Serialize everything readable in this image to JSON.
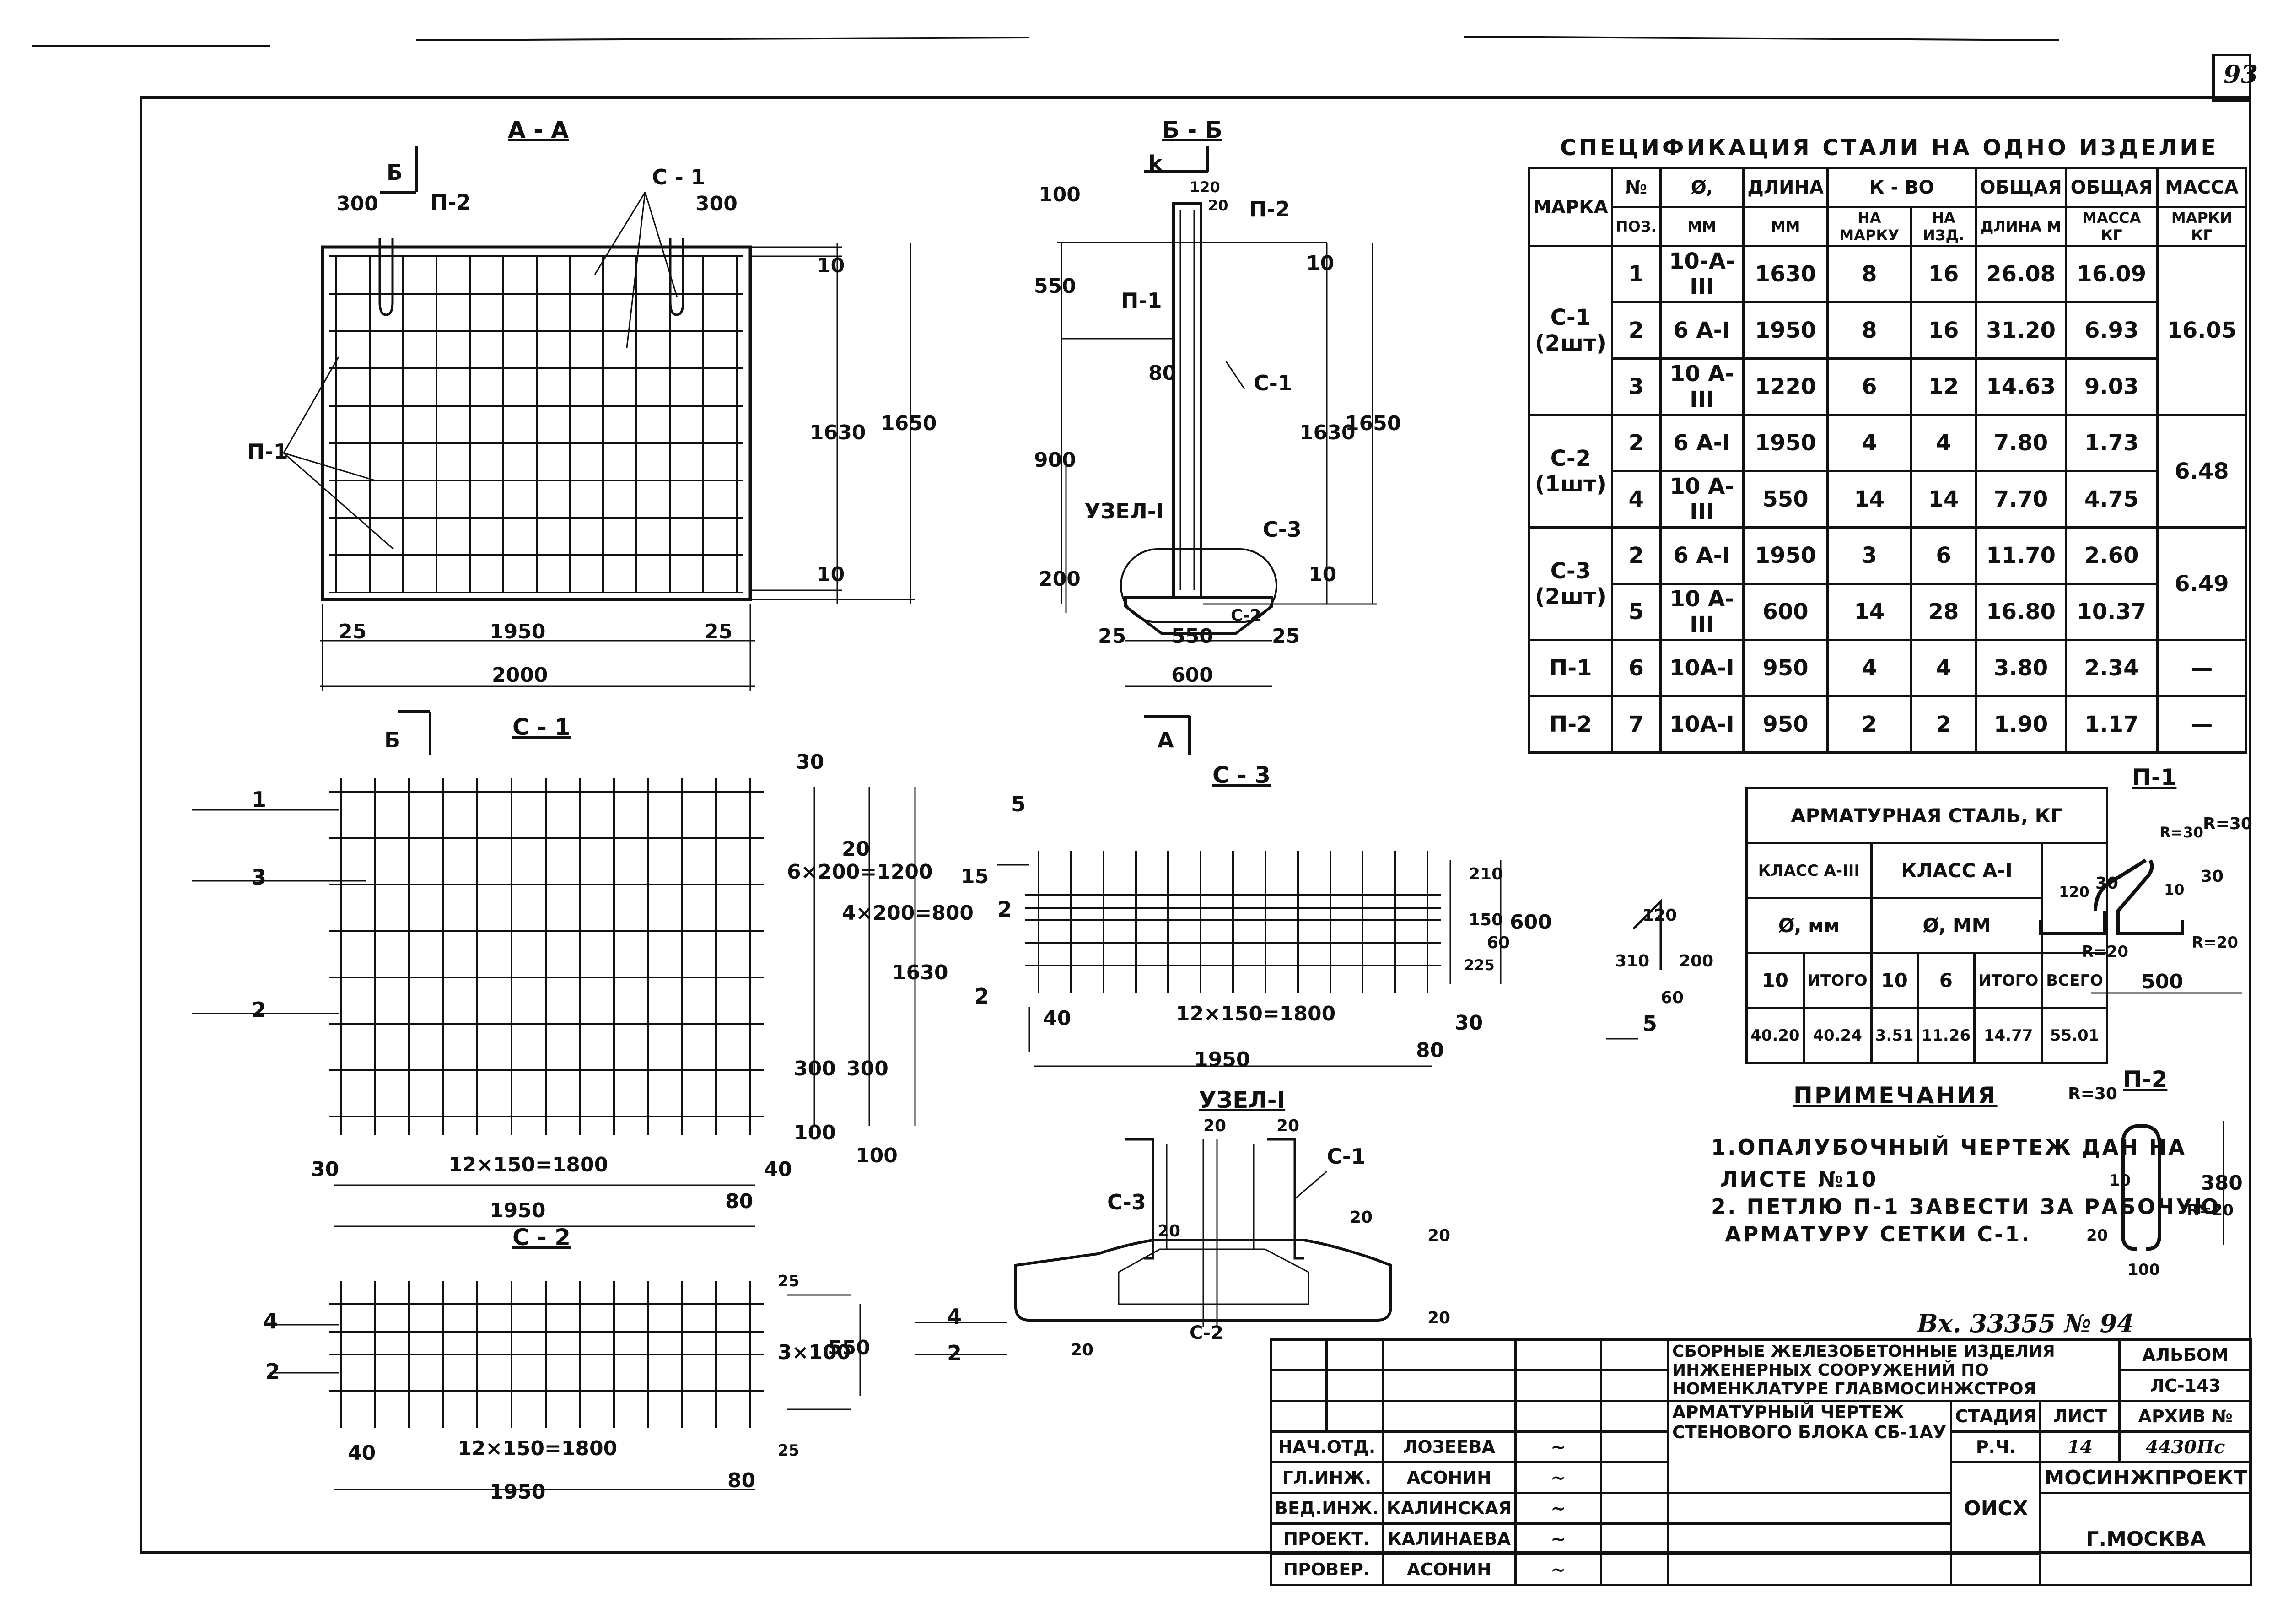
{
  "sheet": {
    "page_number": "93",
    "registration": "Вх. 33355 № 94"
  },
  "views": {
    "aa": {
      "title": "А - А",
      "marks": {
        "b_mark": "Б",
        "c1": "С - 1",
        "p2": "П-2",
        "p1": "П-1",
        "b_bottom": "Б"
      },
      "dims": {
        "d300_left": "300",
        "d300_right": "300",
        "d10_top": "10",
        "d1630": "1630",
        "d1650": "1650",
        "d10_bot": "10",
        "d25_left": "25",
        "d1950": "1950",
        "d25_right": "25",
        "d2000": "2000"
      }
    },
    "bb": {
      "title": "Б - Б",
      "marks": {
        "k": "k",
        "p2": "П-2",
        "p1": "П-1",
        "c1": "С-1",
        "uzel": "УЗЕЛ-I",
        "c3": "С-3",
        "c2": "С-2",
        "a_mark": "А"
      },
      "dims": {
        "d100": "100",
        "d120": "120",
        "d20": "20",
        "d550": "550",
        "d80": "80",
        "d900": "900",
        "d200": "200",
        "d10_top": "10",
        "d1630": "1630",
        "d1650": "1650",
        "d10_bot": "10",
        "d25_left": "25",
        "d550_bot": "550",
        "d25_right": "25",
        "d600": "600"
      }
    },
    "c1": {
      "title": "С - 1",
      "pos": {
        "p1": "1",
        "p3": "3",
        "p2": "2"
      },
      "dims": {
        "d30_top": "30",
        "d6x200": "6×200=1200",
        "d4x200": "4×200=800",
        "d20": "20",
        "d1630": "1630",
        "d300a": "300",
        "d300b": "300",
        "d100a": "100",
        "d100b": "100",
        "d30": "30",
        "d12x150": "12×150=1800",
        "d40": "40",
        "d80": "80",
        "d1950": "1950"
      }
    },
    "c3": {
      "title": "С - 3",
      "pos": {
        "p5": "5",
        "p2": "2",
        "p2b": "2"
      },
      "dims": {
        "d15": "15",
        "d210": "210",
        "d150": "150",
        "d60": "60",
        "d600": "600",
        "d225": "225",
        "d40": "40",
        "d12x150": "12×150=1800",
        "d30": "30",
        "d80": "80",
        "d1950": "1950"
      }
    },
    "c2": {
      "title": "С - 2",
      "pos": {
        "p4": "4",
        "p2": "2",
        "p4b": "4",
        "p2b": "2"
      },
      "dims": {
        "d25_top": "25",
        "d3x100": "3×100",
        "d550": "550",
        "d25_bot": "25",
        "d40": "40",
        "d12x150": "12×150=1800",
        "d80": "80",
        "d1950": "1950"
      }
    },
    "uzel": {
      "title": "УЗЕЛ-I",
      "marks": {
        "c1": "С-1",
        "c3": "С-3",
        "c2": "С-2"
      },
      "dims": {
        "d20a": "20",
        "d20b": "20",
        "d20c": "20",
        "d20d": "20",
        "d20e": "20",
        "d20f": "20",
        "d20g": "20"
      }
    },
    "pos5": {
      "label": "5",
      "d120": "120",
      "d200": "200",
      "d310": "310",
      "d60": "60"
    },
    "p1_detail": {
      "title": "П-1",
      "r30a": "R=30",
      "r30b": "R=30",
      "d30a": "30",
      "d30b": "30",
      "d10": "10",
      "d120": "120",
      "r20a": "R=20",
      "r20b": "R=20",
      "d500": "500"
    },
    "p2_detail": {
      "title": "П-2",
      "r30": "R=30",
      "d10": "10",
      "d380": "380",
      "r20": "R=20",
      "d20": "20",
      "d100": "100"
    }
  },
  "spec": {
    "title": "СПЕЦИФИКАЦИЯ СТАЛИ НА ОДНО ИЗДЕЛИЕ",
    "headers": {
      "marka": "МАРКА",
      "pos_no": "№",
      "pos": "ПОЗ.",
      "dia": "Ø,",
      "dia_unit": "ММ",
      "len": "ДЛИНА",
      "len_unit": "ММ",
      "qty": "К - ВО",
      "qty_mark": "НА МАРКУ",
      "qty_item": "НА ИЗД.",
      "total_len": "ОБЩАЯ",
      "total_len_sub": "ДЛИНА М",
      "total_mass": "ОБЩАЯ",
      "total_mass_sub": "МАССА КГ",
      "mark_mass": "МАССА",
      "mark_mass_sub": "МАРКИ КГ"
    },
    "groups": [
      {
        "mark": "С-1",
        "count": "(2шт)",
        "mass": "16.05",
        "rows": [
          {
            "pos": "1",
            "dia": "10-А-III",
            "len": "1630",
            "per_mark": "8",
            "per_item": "16",
            "total_len": "26.08",
            "total_mass": "16.09"
          },
          {
            "pos": "2",
            "dia": "6 А-I",
            "len": "1950",
            "per_mark": "8",
            "per_item": "16",
            "total_len": "31.20",
            "total_mass": "6.93"
          },
          {
            "pos": "3",
            "dia": "10 А-III",
            "len": "1220",
            "per_mark": "6",
            "per_item": "12",
            "total_len": "14.63",
            "total_mass": "9.03"
          }
        ]
      },
      {
        "mark": "С-2",
        "count": "(1шт)",
        "mass": "6.48",
        "rows": [
          {
            "pos": "2",
            "dia": "6 А-I",
            "len": "1950",
            "per_mark": "4",
            "per_item": "4",
            "total_len": "7.80",
            "total_mass": "1.73"
          },
          {
            "pos": "4",
            "dia": "10 А-III",
            "len": "550",
            "per_mark": "14",
            "per_item": "14",
            "total_len": "7.70",
            "total_mass": "4.75"
          }
        ]
      },
      {
        "mark": "С-3",
        "count": "(2шт)",
        "mass": "6.49",
        "rows": [
          {
            "pos": "2",
            "dia": "6 А-I",
            "len": "1950",
            "per_mark": "3",
            "per_item": "6",
            "total_len": "11.70",
            "total_mass": "2.60"
          },
          {
            "pos": "5",
            "dia": "10 А-III",
            "len": "600",
            "per_mark": "14",
            "per_item": "28",
            "total_len": "16.80",
            "total_mass": "10.37"
          }
        ]
      },
      {
        "mark": "П-1",
        "count": "",
        "mass": "—",
        "rows": [
          {
            "pos": "6",
            "dia": "10А-I",
            "len": "950",
            "per_mark": "4",
            "per_item": "4",
            "total_len": "3.80",
            "total_mass": "2.34"
          }
        ]
      },
      {
        "mark": "П-2",
        "count": "",
        "mass": "—",
        "rows": [
          {
            "pos": "7",
            "dia": "10А-I",
            "len": "950",
            "per_mark": "2",
            "per_item": "2",
            "total_len": "1.90",
            "total_mass": "1.17"
          }
        ]
      }
    ]
  },
  "steel": {
    "title": "АРМАТУРНАЯ СТАЛЬ, КГ",
    "class3": "КЛАСС А-III",
    "class1": "КЛАСС А-I",
    "dia_a": "Ø, мм",
    "dia_b": "Ø, ММ",
    "h10": "10",
    "itogo1": "ИТОГО",
    "h10b": "10",
    "h6": "6",
    "itogo2": "ИТОГО",
    "vsego": "ВСЕГО",
    "v1": "40.20",
    "v2": "40.24",
    "v3": "3.51",
    "v4": "11.26",
    "v5": "14.77",
    "v6": "55.01"
  },
  "notes": {
    "title": "ПРИМЕЧАНИЯ",
    "line1": "1.ОПАЛУБОЧНЫЙ ЧЕРТЕЖ ДАН НА",
    "line2": "ЛИСТЕ №10",
    "line3": "2. ПЕТЛЮ П-1 ЗАВЕСТИ ЗА РАБОЧУЮ",
    "line4": "АРМАТУРУ СЕТКИ С-1."
  },
  "stamp": {
    "project_title": "СБОРНЫЕ ЖЕЛЕЗОБЕТОННЫЕ ИЗДЕЛИЯ ИНЖЕНЕРНЫХ СООРУЖЕНИЙ ПО НОМЕНКЛАТУРЕ ГЛАВМОСИНЖСТРОЯ",
    "album_label": "АЛЬБОМ",
    "album_value": "ЛС-143",
    "sheet_title": "АРМАТУРНЫЙ ЧЕРТЕЖ СТЕНОВОГО БЛОКА СБ-1АУ",
    "stage_label": "СТАДИЯ",
    "stage_value": "Р.Ч.",
    "list_label": "ЛИСТ",
    "list_value": "14",
    "archive_label": "АРХИВ №",
    "archive_value": "4430Пс",
    "dept": "ОИСХ",
    "org": "МОСИНЖПРОЕКТ",
    "city": "Г.МОСКВА",
    "roles": [
      {
        "role": "НАЧ.ОТД.",
        "name": "ЛОЗЕЕВА"
      },
      {
        "role": "ГЛ.ИНЖ.",
        "name": "АСОНИН"
      },
      {
        "role": "ВЕД.ИНЖ.",
        "name": "КАЛИНСКАЯ"
      },
      {
        "role": "ПРОЕКТ.",
        "name": "КАЛИНАЕВА"
      },
      {
        "role": "ПРОВЕР.",
        "name": "АСОНИН"
      }
    ]
  },
  "colors": {
    "ink": "#111111",
    "paper": "#ffffff"
  }
}
